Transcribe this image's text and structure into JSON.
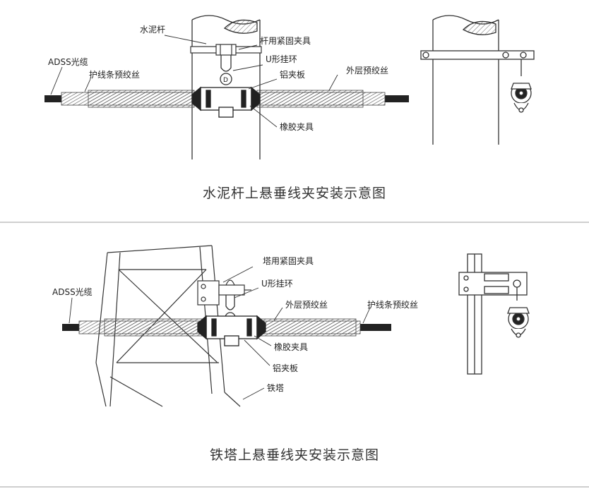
{
  "top": {
    "caption": "水泥杆上悬垂线夹安装示意图",
    "labels": {
      "pole": "水泥杆",
      "pole_clamp": "杆用紧固夹具",
      "u_ring": "U形挂环",
      "adss": "ADSS光缆",
      "armor_rod": "护线条预绞丝",
      "al_plate": "铝夹板",
      "outer_rod": "外层预绞丝",
      "rubber": "橡胶夹具"
    }
  },
  "bottom": {
    "caption": "铁塔上悬垂线夹安装示意图",
    "labels": {
      "tower_clamp": "塔用紧固夹具",
      "u_ring": "U形挂环",
      "adss": "ADSS光缆",
      "outer_rod": "外层预绞丝",
      "armor_rod": "护线条预绞丝",
      "rubber": "橡胶夹具",
      "al_plate": "铝夹板",
      "tower": "铁塔"
    }
  },
  "colors": {
    "line": "#333333",
    "hatch": "#555555",
    "separator": "#cfcfcf"
  }
}
